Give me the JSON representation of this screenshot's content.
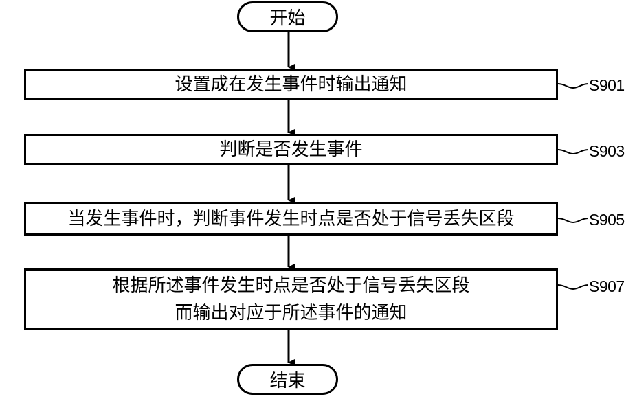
{
  "start": {
    "label": "开始"
  },
  "end": {
    "label": "结束"
  },
  "steps": [
    {
      "id": "S901",
      "lines": [
        "设置成在发生事件时输出通知"
      ]
    },
    {
      "id": "S903",
      "lines": [
        "判断是否发生事件"
      ]
    },
    {
      "id": "S905",
      "lines": [
        "当发生事件时，判断事件发生时点是否处于信号丢失区段"
      ]
    },
    {
      "id": "S907",
      "lines": [
        "根据所述事件发生时点是否处于信号丢失区段",
        "而输出对应于所述事件的通知"
      ]
    }
  ],
  "colors": {
    "stroke": "#000000",
    "fill": "#ffffff"
  }
}
